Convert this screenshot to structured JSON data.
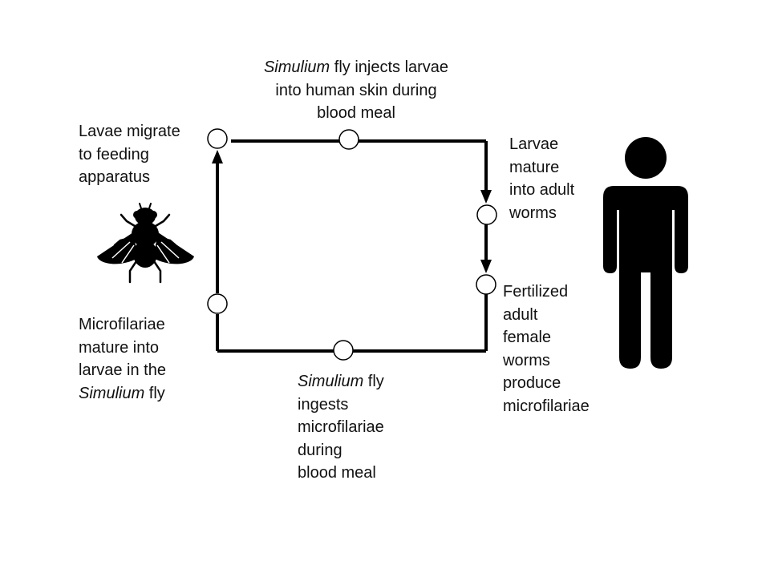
{
  "diagram": {
    "stages": {
      "top": {
        "lines": [
          {
            "italic": "Simulium",
            "rest": " fly injects larvae"
          },
          {
            "text": "into human skin during"
          },
          {
            "text": "blood meal"
          }
        ]
      },
      "top_right": {
        "lines": [
          {
            "text": "Larvae"
          },
          {
            "text": "mature"
          },
          {
            "text": "into adult"
          },
          {
            "text": "worms"
          }
        ]
      },
      "right": {
        "lines": [
          {
            "text": "Fertilized"
          },
          {
            "text": "adult"
          },
          {
            "text": "female"
          },
          {
            "text": "worms"
          },
          {
            "text": "produce"
          },
          {
            "text": "microfilariae"
          }
        ]
      },
      "bottom": {
        "lines": [
          {
            "italic": "Simulium",
            "rest": " fly"
          },
          {
            "text": "ingests"
          },
          {
            "text": "microfilariae"
          },
          {
            "text": "during"
          },
          {
            "text": "blood meal"
          }
        ]
      },
      "left": {
        "lines": [
          {
            "text": "Microfilariae"
          },
          {
            "text": "mature into"
          },
          {
            "text": "larvae in the"
          },
          {
            "italic": "Simulium",
            "rest": " fly"
          }
        ]
      },
      "top_left": {
        "lines": [
          {
            "text": "Lavae migrate"
          },
          {
            "text": "to feeding"
          },
          {
            "text": "apparatus"
          }
        ]
      }
    },
    "icons": {
      "fly": "fly-icon",
      "human": "human-figure-icon"
    },
    "colors": {
      "line": "#000000",
      "node_fill": "#ffffff",
      "text": "#111111"
    }
  }
}
